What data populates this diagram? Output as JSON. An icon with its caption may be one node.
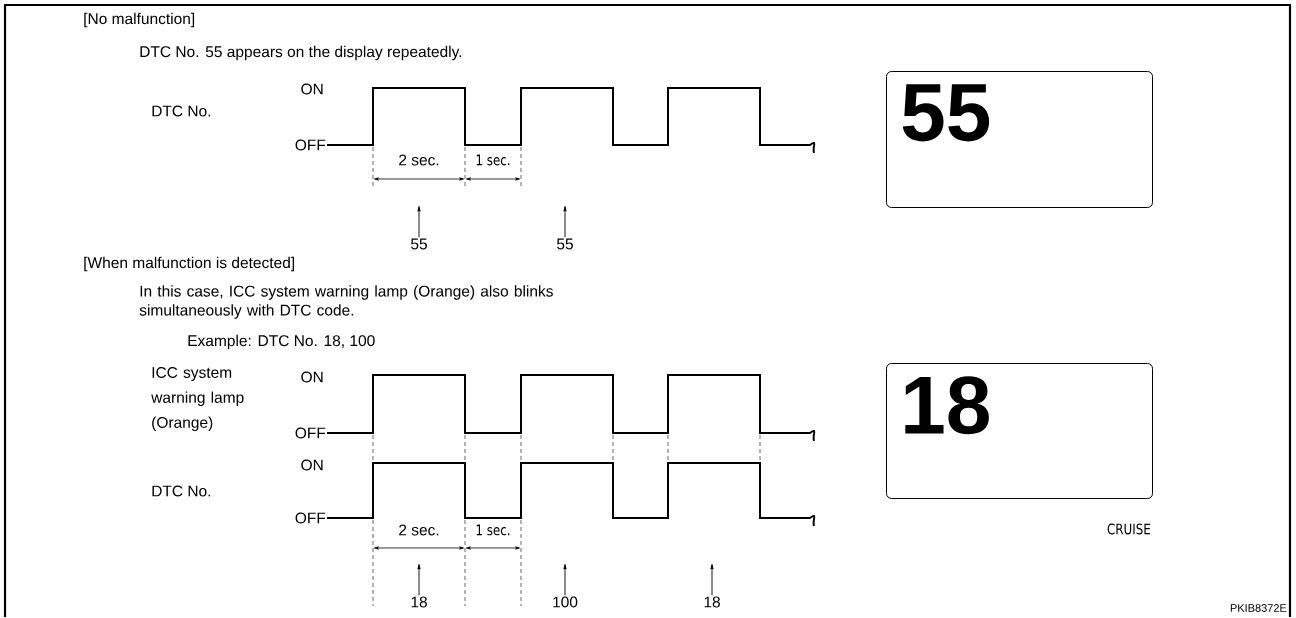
{
  "diagram": {
    "nodes": [
      {
        "text": [
          "55"
        ]
      },
      {
        "text": [
          "18"
        ]
      },
      {
        "text": [
          "55"
        ]
      },
      {
        "text": [
          "55"
        ]
      },
      {
        "text": [
          "18"
        ]
      },
      {
        "text": [
          "100"
        ]
      },
      {
        "text": [
          "18"
        ]
      }
    ],
    "edges": [
      {
        "from": 2,
        "to": null,
        "arrow": "to"
      },
      {
        "from": 3,
        "to": null,
        "arrow": "to"
      },
      {
        "from": 4,
        "to": null,
        "arrow": "to"
      },
      {
        "from": 5,
        "to": null,
        "arrow": "to"
      },
      {
        "from": 6,
        "to": null,
        "arrow": "to"
      }
    ],
    "labels": [
      "[No malfunction]",
      "DTC No. 55 appears on the display repeatedly.",
      "ON",
      "DTC No.",
      "OFF",
      "2 sec.",
      "1 sec.",
      "[When malfunction is detected]",
      "In this case, ICC system warning lamp (Orange) also blinks simultaneously with DTC code.",
      "Example: DTC No. 18, 100",
      "ICC system warning lamp (Orange)",
      "ON",
      "OFF",
      "ON",
      "DTC No.",
      "OFF",
      "2 sec.",
      "1 sec.",
      "CRUISE",
      "PKIB8372E"
    ]
  }
}
